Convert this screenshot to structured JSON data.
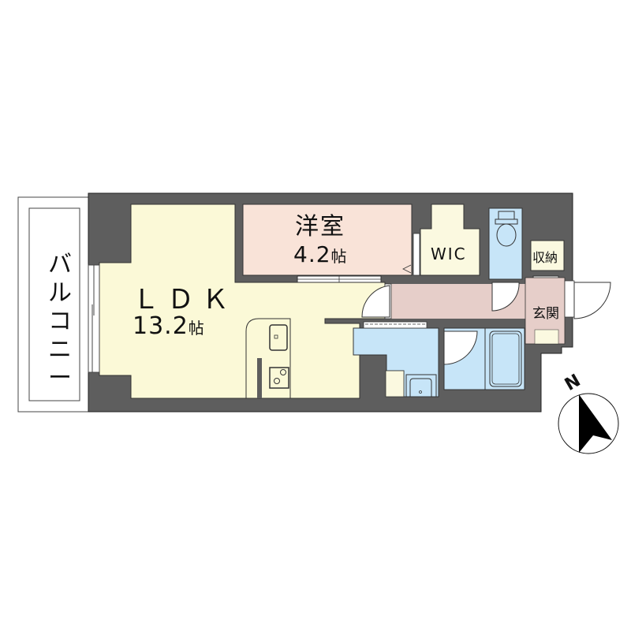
{
  "floor_plan": {
    "rooms": [
      {
        "id": "ldk",
        "name": "ＬＤＫ",
        "size_value": "13.2",
        "size_unit": "帖",
        "color": "#FBF9D7"
      },
      {
        "id": "western_room",
        "name": "洋室",
        "size_value": "4.2",
        "size_unit": "帖",
        "color": "#F9E3D8"
      },
      {
        "id": "wic",
        "name": "WIC",
        "color": "#FBF9E0"
      },
      {
        "id": "storage",
        "name": "収納",
        "color": "#FBF9E0"
      },
      {
        "id": "entrance",
        "name": "玄関",
        "color": "#E6CEC9"
      },
      {
        "id": "balcony",
        "name": "バルコニー",
        "color": "#FFFFFF"
      },
      {
        "id": "toilet",
        "name": "",
        "color": "#C7E5F8"
      },
      {
        "id": "washroom",
        "name": "",
        "color": "#C7E5F8"
      },
      {
        "id": "bathroom",
        "name": "",
        "color": "#C7E5F8"
      },
      {
        "id": "hallway",
        "name": "",
        "color": "#E6CEC9"
      }
    ],
    "compass": {
      "label": "N",
      "rotation_deg": -30
    },
    "colors": {
      "wall": "#5E5E5E",
      "outline": "#222222",
      "door": "#FFFFFF"
    }
  }
}
